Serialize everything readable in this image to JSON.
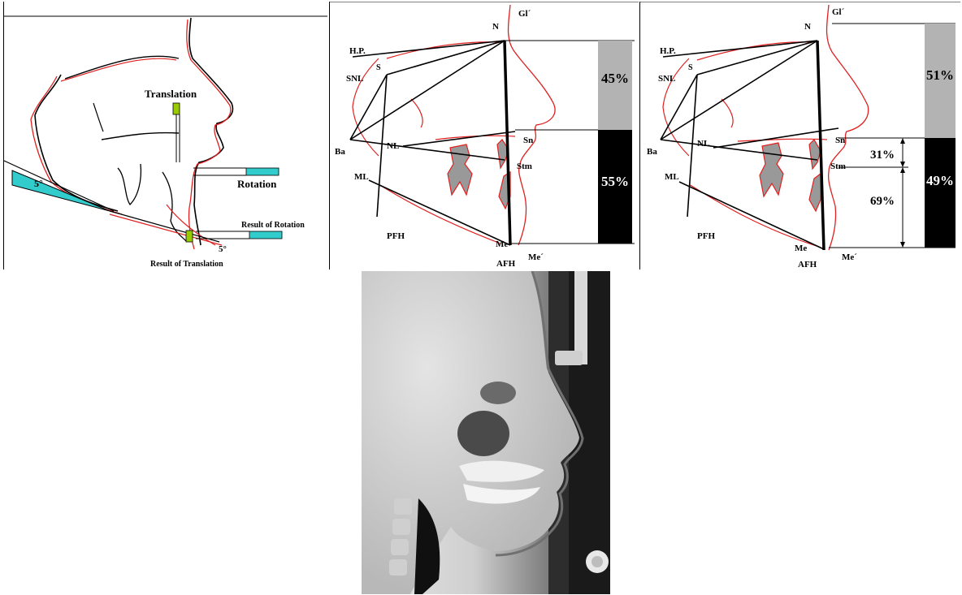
{
  "panel1": {
    "translation_label": "Translation",
    "rotation_label": "Rotation",
    "result_rotation_label": "Result of Rotation",
    "result_translation_label": "Result of Translation",
    "angle_label_wedge": "5°",
    "angle_label_bottom": "5°",
    "colors": {
      "wedge": "#33cccc",
      "marker": "#99cc00",
      "trace_red": "#e02020"
    }
  },
  "panel2": {
    "landmarks": {
      "n": "N",
      "gl": "Gl´",
      "hp": "H.P.",
      "s": "S",
      "snl": "SNL",
      "ba": "Ba",
      "nl": "NL",
      "sn": "Sn",
      "stm": "Stm",
      "ml": "ML",
      "pfh": "PFH",
      "me": "Me",
      "me_soft": "Me´",
      "afh": "AFH"
    },
    "upper_pct": "45%",
    "lower_pct": "55%",
    "colors": {
      "upper": "#b3b3b3",
      "lower": "#000000"
    }
  },
  "panel3": {
    "landmarks": {
      "n": "N",
      "gl": "Gl´",
      "hp": "H.P.",
      "s": "S",
      "snl": "SNL",
      "ba": "Ba",
      "nl": "NL",
      "sn": "Sn",
      "stm": "Stm",
      "ml": "ML",
      "pfh": "PFH",
      "me": "Me",
      "me_soft": "Me´",
      "afh": "AFH"
    },
    "upper_pct": "51%",
    "lower_pct": "49%",
    "upper_lip_pct": "31%",
    "lower_lip_pct": "69%",
    "colors": {
      "upper": "#b3b3b3",
      "lower": "#000000"
    }
  }
}
